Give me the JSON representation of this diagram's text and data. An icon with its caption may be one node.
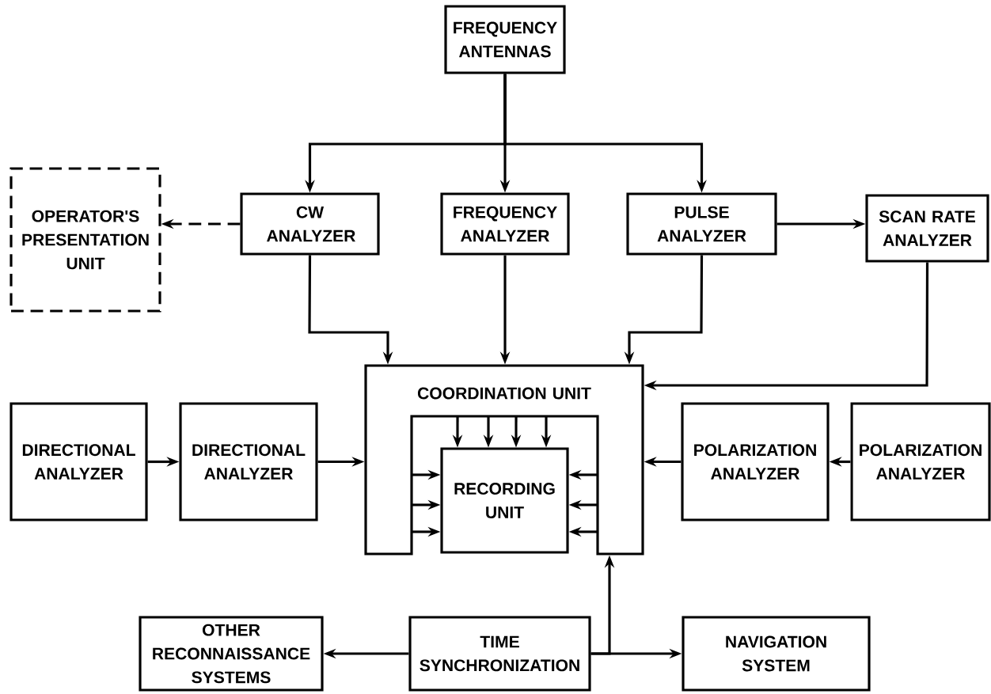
{
  "diagram": {
    "nodes": [
      {
        "text": [
          "FREQUENCY ANTENNAS"
        ]
      },
      {
        "text": [
          "OPERATOR'S PRESENTATION UNIT"
        ]
      },
      {
        "text": [
          "CW ANALYZER"
        ]
      },
      {
        "text": [
          "FREQUENCY ANALYZER"
        ]
      },
      {
        "text": [
          "PULSE ANALYZER"
        ]
      },
      {
        "text": [
          "SCAN RATE ANALYZER"
        ]
      },
      {
        "text": [
          "COORDINATION UNIT"
        ]
      },
      {
        "text": [
          "DIRECTIONAL ANALYZER"
        ]
      },
      {
        "text": [
          "DIRECTIONAL ANALYZER"
        ]
      },
      {
        "text": [
          "RECORDING UNIT"
        ],
        "in": 6
      },
      {
        "text": [
          "POLARIZATION ANALYZER"
        ]
      },
      {
        "text": [
          "POLARIZATION ANALYZER"
        ]
      },
      {
        "text": [
          "OTHER RECONNAISSANCE SYSTEMS"
        ]
      },
      {
        "text": [
          "TIME SYNCHRONIZATION"
        ]
      },
      {
        "text": [
          "NAVIGATION SYSTEM"
        ]
      }
    ],
    "edges": [
      {
        "from": 0,
        "to": 2,
        "arrow": "to"
      },
      {
        "from": 0,
        "to": 3,
        "arrow": "to"
      },
      {
        "from": 0,
        "to": 4,
        "arrow": "to"
      },
      {
        "from": 2,
        "to": 1,
        "arrow": "to",
        "style": "dashed"
      },
      {
        "from": 4,
        "to": 5,
        "arrow": "to"
      },
      {
        "from": 2,
        "to": 6,
        "arrow": "to"
      },
      {
        "from": 3,
        "to": 6,
        "arrow": "to"
      },
      {
        "from": 4,
        "to": 6,
        "arrow": "to"
      },
      {
        "from": 5,
        "to": 6,
        "arrow": "to"
      },
      {
        "from": 7,
        "to": 8,
        "arrow": "to"
      },
      {
        "from": 8,
        "to": 6,
        "arrow": "to"
      },
      {
        "from": 11,
        "to": 10,
        "arrow": "to"
      },
      {
        "from": 10,
        "to": 6,
        "arrow": "to"
      },
      {
        "from": 6,
        "to": 9,
        "arrow": "to"
      },
      {
        "from": 6,
        "to": 9,
        "arrow": "to"
      },
      {
        "from": 6,
        "to": 9,
        "arrow": "to"
      },
      {
        "from": 6,
        "to": 9,
        "arrow": "to"
      },
      {
        "from": 6,
        "to": 9,
        "arrow": "to"
      },
      {
        "from": 6,
        "to": 9,
        "arrow": "to"
      },
      {
        "from": 6,
        "to": 9,
        "arrow": "to"
      },
      {
        "from": 6,
        "to": 9,
        "arrow": "to"
      },
      {
        "from": 6,
        "to": 9,
        "arrow": "to"
      },
      {
        "from": 6,
        "to": 9,
        "arrow": "to"
      },
      {
        "from": 13,
        "to": 12,
        "arrow": "to"
      },
      {
        "from": 13,
        "to": 14,
        "arrow": "to"
      },
      {
        "from": 13,
        "to": 6,
        "arrow": "to"
      }
    ]
  }
}
